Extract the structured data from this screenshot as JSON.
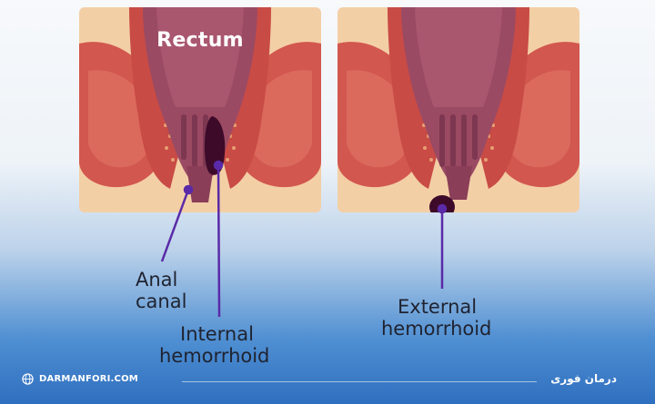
{
  "diagram": {
    "left_panel": {
      "title": "Rectum"
    },
    "labels": {
      "anal_canal": "Anal\ncanal",
      "internal_hemorrhoid": "Internal\nhemorrhoid",
      "external_hemorrhoid": "External\nhemorrhoid"
    },
    "colors": {
      "skin": "#f3cfa6",
      "muscle": "#d2574f",
      "rectum": "#9b4a63",
      "hemorrhoid": "#3d0a2a",
      "callout": "#5a2aa8"
    }
  },
  "footer": {
    "website": "DARMANFORI.COM",
    "brand": "درمان فوری",
    "website_icon": "globe-icon"
  }
}
